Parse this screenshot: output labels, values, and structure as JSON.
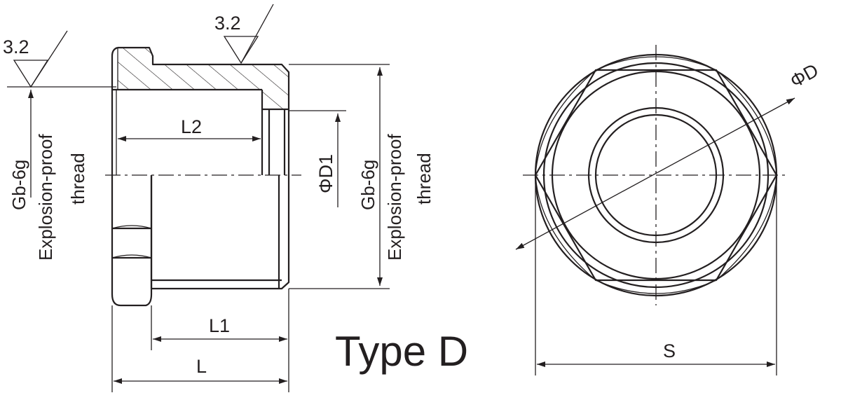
{
  "figure": {
    "title": "Type D",
    "left_view": {
      "roughness_left": "3.2",
      "roughness_top": "3.2",
      "thread_left": {
        "line1": "Gb-6g",
        "line2": "Explosion-proof",
        "line3": "thread"
      },
      "thread_right": {
        "line1": "Gb-6g",
        "line2": "Explosion-proof",
        "line3": "thread"
      },
      "dim_L2": "L2",
      "dim_D1": "ΦD1",
      "dim_L1": "L1",
      "dim_L": "L"
    },
    "right_view": {
      "dim_D": "ΦD",
      "dim_S": "S"
    }
  }
}
